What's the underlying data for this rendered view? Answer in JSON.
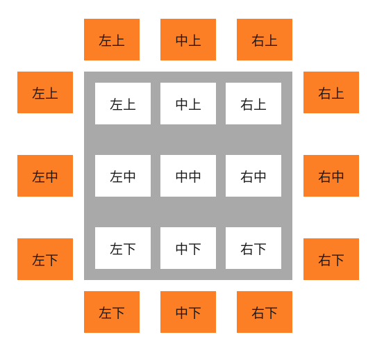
{
  "colors": {
    "orange": "#fd7f25",
    "panel_gray": "#a9a9a9",
    "cell_white": "#ffffff"
  },
  "outer": {
    "top": [
      "左上",
      "中上",
      "右上"
    ],
    "left": [
      "左上",
      "左中",
      "左下"
    ],
    "right": [
      "右上",
      "右中",
      "右下"
    ],
    "bottom": [
      "左下",
      "中下",
      "右下"
    ]
  },
  "grid": {
    "row1": [
      "左上",
      "中上",
      "右上"
    ],
    "row2": [
      "左中",
      "中中",
      "右中"
    ],
    "row3": [
      "左下",
      "中下",
      "右下"
    ]
  }
}
